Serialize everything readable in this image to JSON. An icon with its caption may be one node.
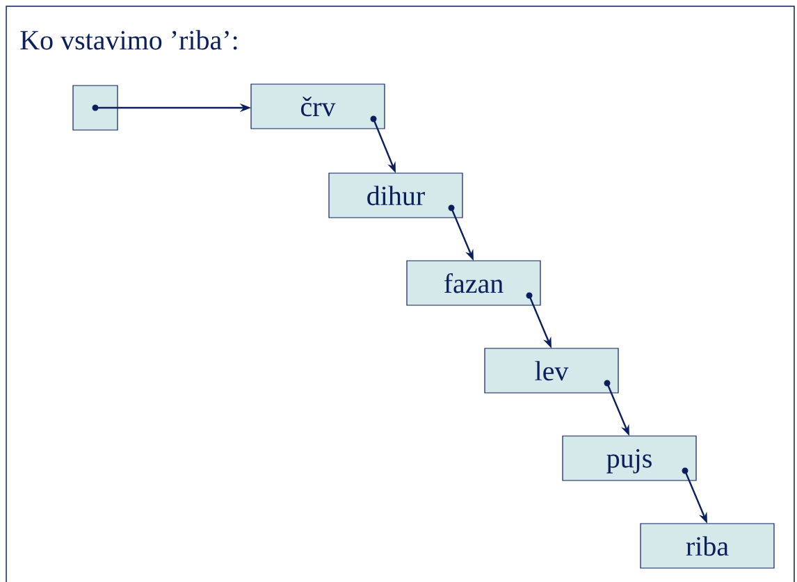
{
  "diagram": {
    "title": "Ko vstavimo ’riba’:",
    "nodes": [
      {
        "text": [],
        "shape": "box"
      },
      {
        "text": [
          "črv"
        ]
      },
      {
        "text": [
          "dihur"
        ]
      },
      {
        "text": [
          "fazan"
        ]
      },
      {
        "text": [
          "lev"
        ]
      },
      {
        "text": [
          "pujs"
        ]
      },
      {
        "text": [
          "riba"
        ]
      }
    ],
    "edges": [
      {
        "from": 0,
        "to": 1,
        "arrow": "to"
      },
      {
        "from": 1,
        "to": 2,
        "arrow": "to"
      },
      {
        "from": 2,
        "to": 3,
        "arrow": "to"
      },
      {
        "from": 3,
        "to": 4,
        "arrow": "to"
      },
      {
        "from": 4,
        "to": 5,
        "arrow": "to"
      },
      {
        "from": 5,
        "to": 6,
        "arrow": "to"
      }
    ]
  }
}
